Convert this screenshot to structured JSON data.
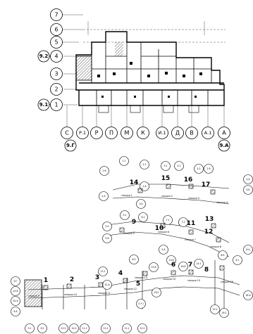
{
  "top_plan": {
    "row_axes": [
      "7",
      "6",
      "5",
      "4",
      "3",
      "2",
      "1"
    ],
    "row_refs": [
      "9.2",
      "9.1"
    ],
    "col_axes": [
      "С",
      "Р.1",
      "Р",
      "П",
      "М",
      "К",
      "И.1",
      "Д",
      "В",
      "А.1",
      "А"
    ],
    "col_refs": [
      "9.Г",
      "9.А"
    ]
  },
  "site_plan": {
    "sections": [
      {
        "number": "1",
        "label": "секция 9"
      },
      {
        "number": "2",
        "label": "секция 10"
      },
      {
        "number": "3",
        "label": "секция 11"
      },
      {
        "number": "4",
        "label": "секция 12"
      },
      {
        "number": "5",
        "label": "секция 13"
      },
      {
        "number": "6",
        "label": "секция 14"
      },
      {
        "number": "7",
        "label": "секция 15"
      },
      {
        "number": "8",
        "label": "секция 16"
      },
      {
        "number": "9",
        "label": "секция 5"
      },
      {
        "number": "10",
        "label": "секция 6"
      },
      {
        "number": "11",
        "label": "секция 7"
      },
      {
        "number": "12",
        "label": "секция 8"
      },
      {
        "number": "13",
        "label": ""
      },
      {
        "number": "14",
        "label": "секция 1"
      },
      {
        "number": "15",
        "label": "секция 2"
      },
      {
        "number": "16",
        "label": "секция 3"
      },
      {
        "number": "17",
        "label": "секция 4"
      }
    ],
    "axis_bubbles": [
      "1.1",
      "2.1",
      "3.1",
      "4.1",
      "4.2",
      "1.6",
      "2.6",
      "1.А",
      "2.А",
      "3.А",
      "4.А",
      "4.Б",
      "5.1",
      "5.4",
      "6.1",
      "7.1",
      "7.2",
      "5.6",
      "5.А",
      "6.А",
      "8.Б",
      "8.1",
      "8.2",
      "13.1",
      "13.8",
      "13.6",
      "16.6",
      "14.1",
      "15.1",
      "16.1",
      "16.2",
      "16.А",
      "12.А",
      "12.А.1",
      "9.Г",
      "10.6",
      "10.А",
      "9.А",
      "9.1",
      "9.2",
      "10.1",
      "10.2",
      "11.1",
      "11.2",
      "12.1",
      "12.2"
    ]
  }
}
